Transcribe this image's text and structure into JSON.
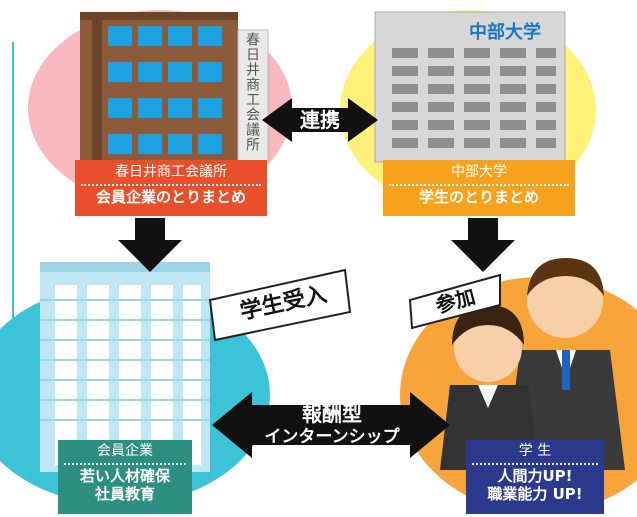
{
  "building_sign": "春日井商工会議所",
  "chubu_sign": "中部大学",
  "link_label": "連携",
  "box_chamber": {
    "title": "春日井商工会議所",
    "sub": "会員企業のとりまとめ"
  },
  "box_univ": {
    "title": "中部大学",
    "sub": "学生のとりまとめ"
  },
  "tag_accept": "学生受入",
  "tag_join": "参加",
  "center_label_1": "報酬型",
  "center_label_2": "インターンシップ",
  "box_company": {
    "title": "会員企業",
    "line1": "若い人材確保",
    "line2": "社員教育"
  },
  "box_student": {
    "title": "学 生",
    "line1": "人間力UP!",
    "line2": "職業能力 UP!"
  },
  "colors": {
    "pink": "#f7b8be",
    "yellow": "#fff27a",
    "cyan": "#3cc3d8",
    "orange": "#f7a43b",
    "red_orange": "#ea4f2c",
    "amber": "#f6a21c",
    "teal": "#2c8f82",
    "navy": "#2b3a8c"
  }
}
